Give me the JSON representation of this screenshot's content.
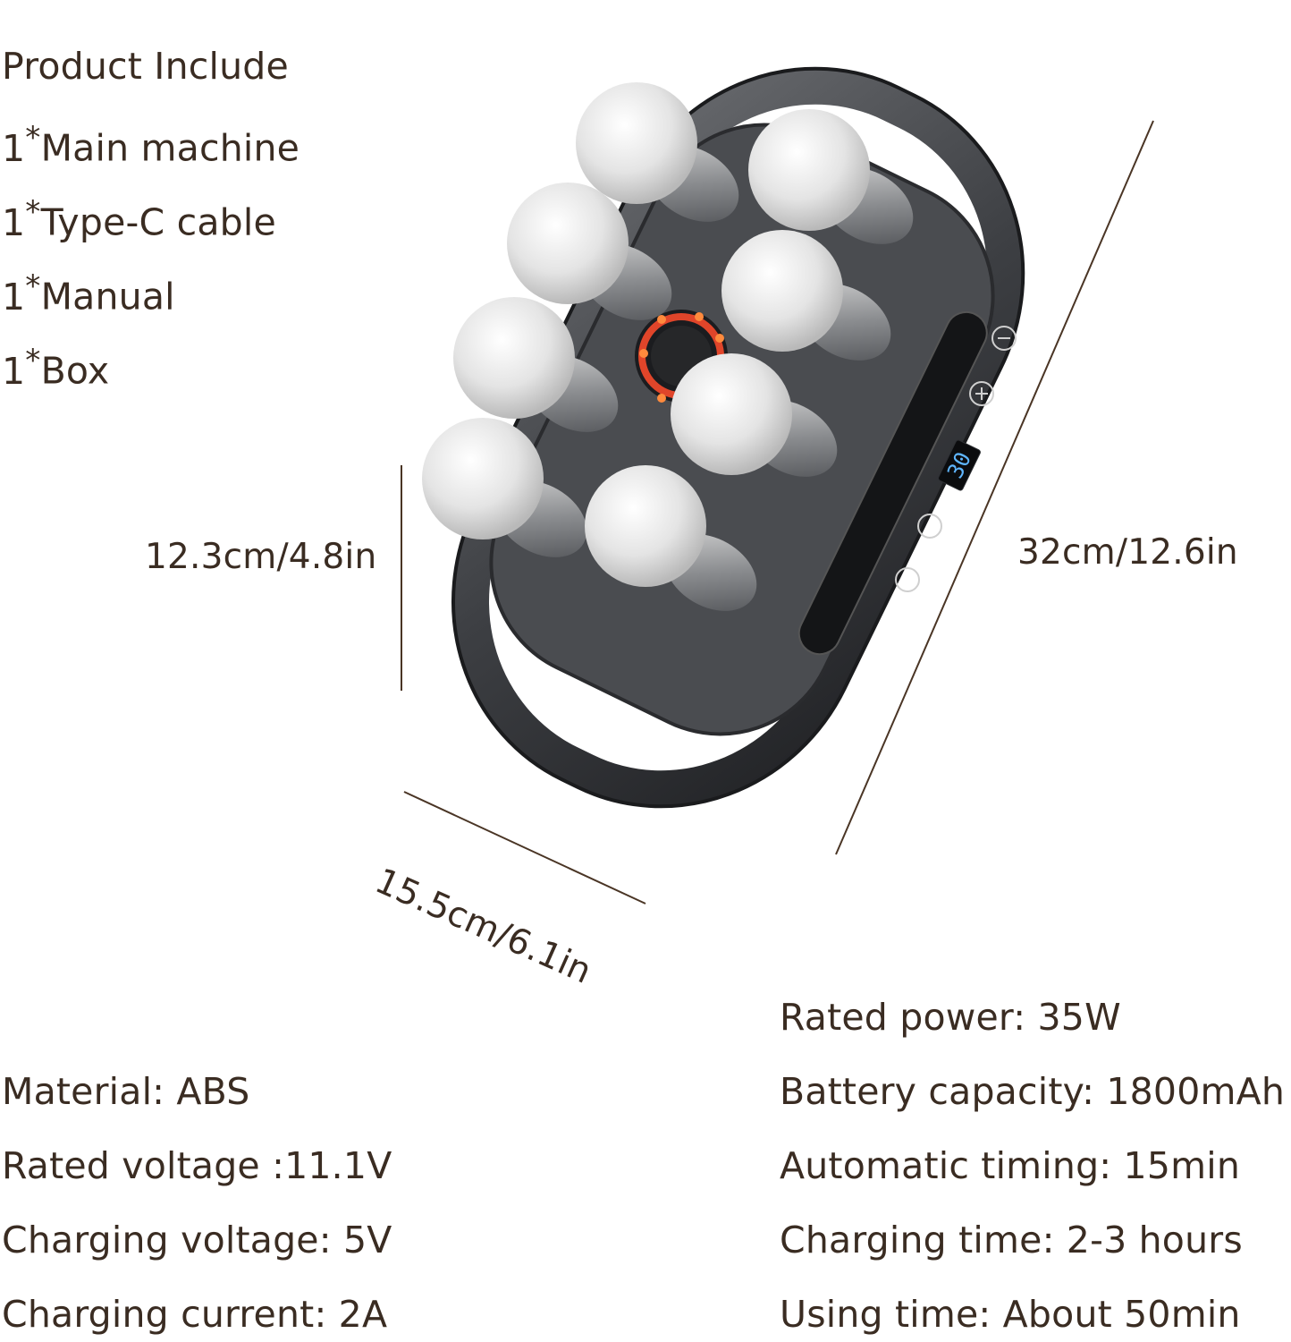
{
  "includes": {
    "title": "Product Include",
    "items": [
      {
        "qty": "1",
        "star": "*",
        "label": "Main machine"
      },
      {
        "qty": "1",
        "star": "*",
        "label": "Type-C cable"
      },
      {
        "qty": "1",
        "star": "*",
        "label": "Manual"
      },
      {
        "qty": "1",
        "star": "*",
        "label": "Box"
      }
    ]
  },
  "dimensions": {
    "height": "12.3cm/4.8in",
    "length": "32cm/12.6in",
    "width": "15.5cm/6.1in"
  },
  "device": {
    "display_value": "30",
    "buttons": [
      "minus-icon",
      "plus-icon",
      "power-icon",
      "mode-icon"
    ],
    "colors": {
      "body": "#3b3d41",
      "handle": "#2a2b2e",
      "ball": "#e6e6e6",
      "ring": "#e0452a",
      "display": "#5fb6ff"
    }
  },
  "specs_left": [
    "Material: ABS",
    "Rated voltage :11.1V",
    "Charging voltage: 5V",
    "Charging current: 2A"
  ],
  "specs_right": [
    "Rated power: 35W",
    "Battery capacity: 1800mAh",
    "Automatic timing: 15min",
    "Charging time: 2-3 hours",
    "Using time: About 50min"
  ]
}
